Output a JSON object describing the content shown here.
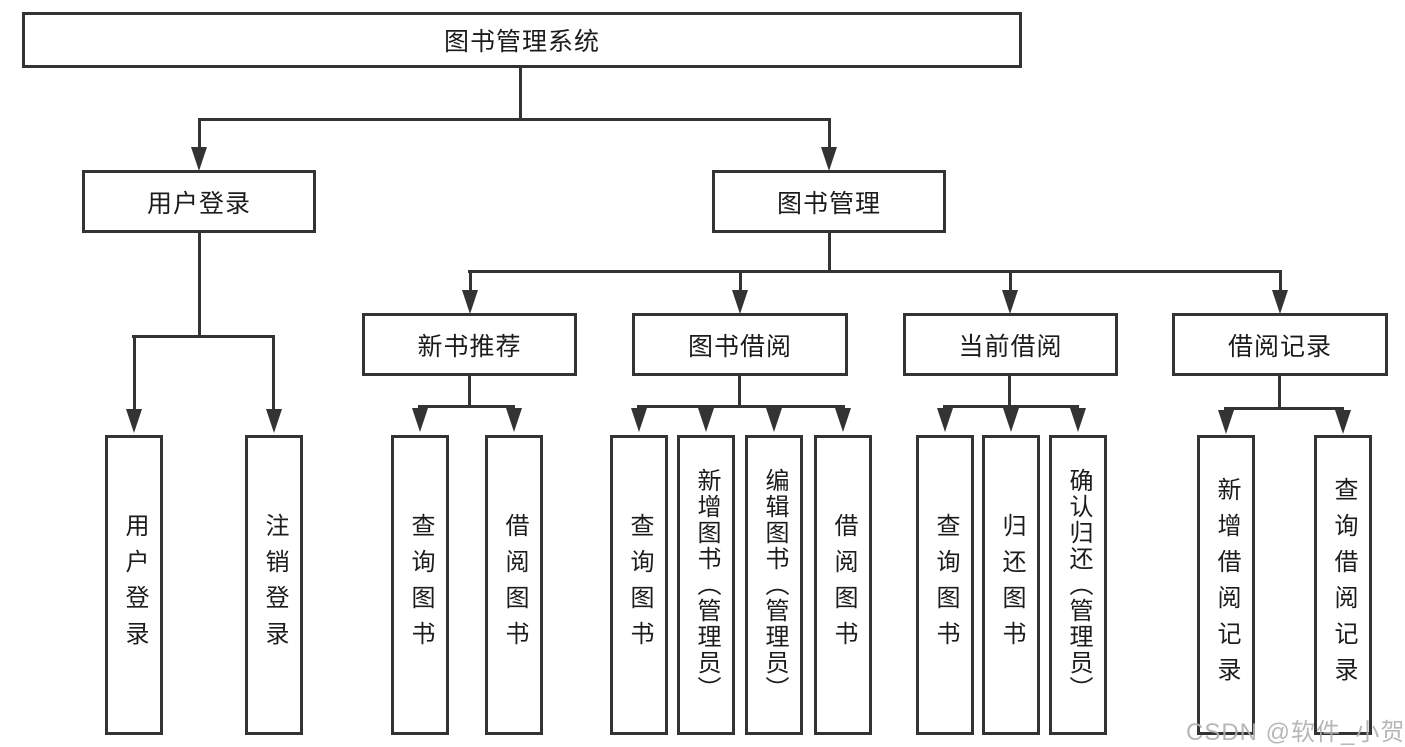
{
  "root": {
    "label": "图书管理系统"
  },
  "branches": {
    "user_login": {
      "label": "用户登录",
      "children": [
        "用户登录",
        "注销登录"
      ]
    },
    "book_mgmt": {
      "label": "图书管理",
      "children": {
        "new_books": {
          "label": "新书推荐",
          "children": [
            "查询图书",
            "借阅图书"
          ]
        },
        "borrowing": {
          "label": "图书借阅",
          "children": [
            "查询图书",
            "新增图书（管理员）",
            "编辑图书（管理员）",
            "借阅图书"
          ]
        },
        "current": {
          "label": "当前借阅",
          "children": [
            "查询图书",
            "归还图书",
            "确认归还（管理员）"
          ]
        },
        "records": {
          "label": "借阅记录",
          "children": [
            "新增借阅记录",
            "查询借阅记录"
          ]
        }
      }
    }
  },
  "watermark": "CSDN @软件_小贺同学",
  "colors": {
    "line": "#333333",
    "text": "#1c1c1c",
    "background": "#ffffff",
    "watermark": "#b0b0b0"
  }
}
